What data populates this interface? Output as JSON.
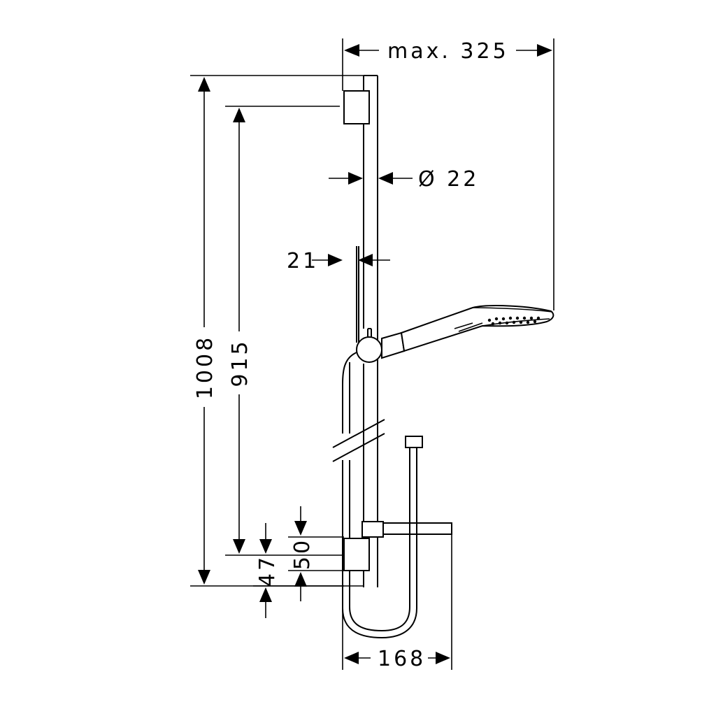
{
  "dimensions": {
    "max_reach": "max. 325",
    "diameter": "Ø 22",
    "rail_depth": "21",
    "total_height": "1008",
    "rail_height": "915",
    "bottom_offset_a": "47",
    "bottom_offset_b": "50",
    "width": "168"
  }
}
